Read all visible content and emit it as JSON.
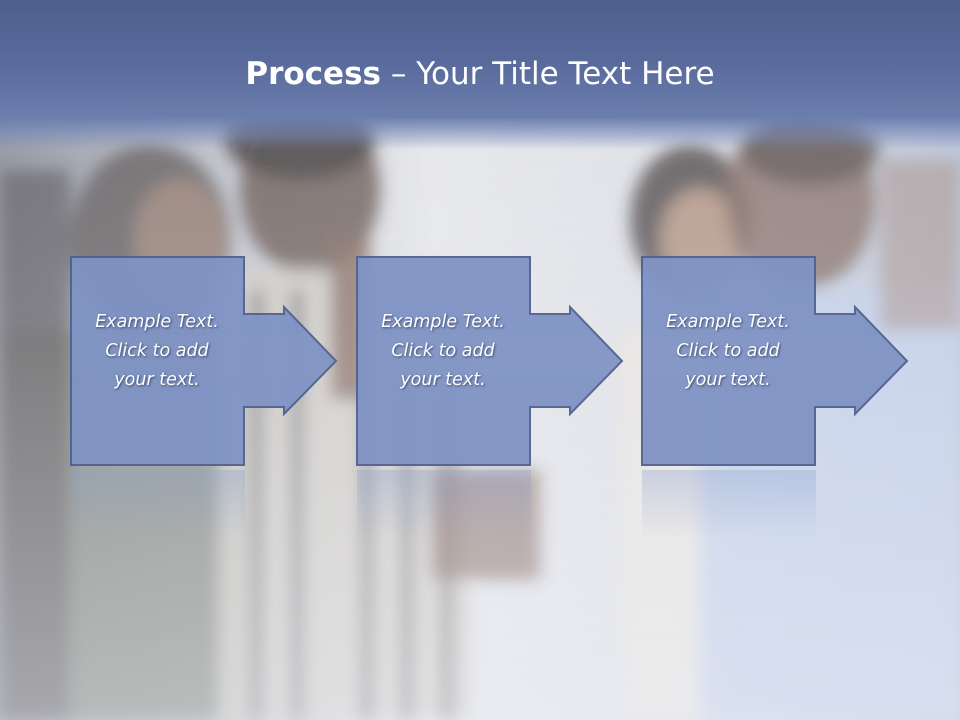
{
  "slide": {
    "title_bold": "Process",
    "title_rest": " – Your Title Text Here"
  },
  "colors": {
    "header": "#5a6c9d",
    "box_fill": "#7f93c4",
    "box_stroke": "#5d6f9c",
    "text": "#ffffff"
  },
  "steps": [
    {
      "lines": [
        "Example Text.",
        "Click  to add",
        "your text."
      ],
      "icon": "right-arrow-icon"
    },
    {
      "lines": [
        "Example Text.",
        "Click  to add",
        "your text."
      ],
      "icon": "right-arrow-icon"
    },
    {
      "lines": [
        "Example Text.",
        "Click  to add",
        "your text."
      ],
      "icon": "right-arrow-icon"
    }
  ]
}
